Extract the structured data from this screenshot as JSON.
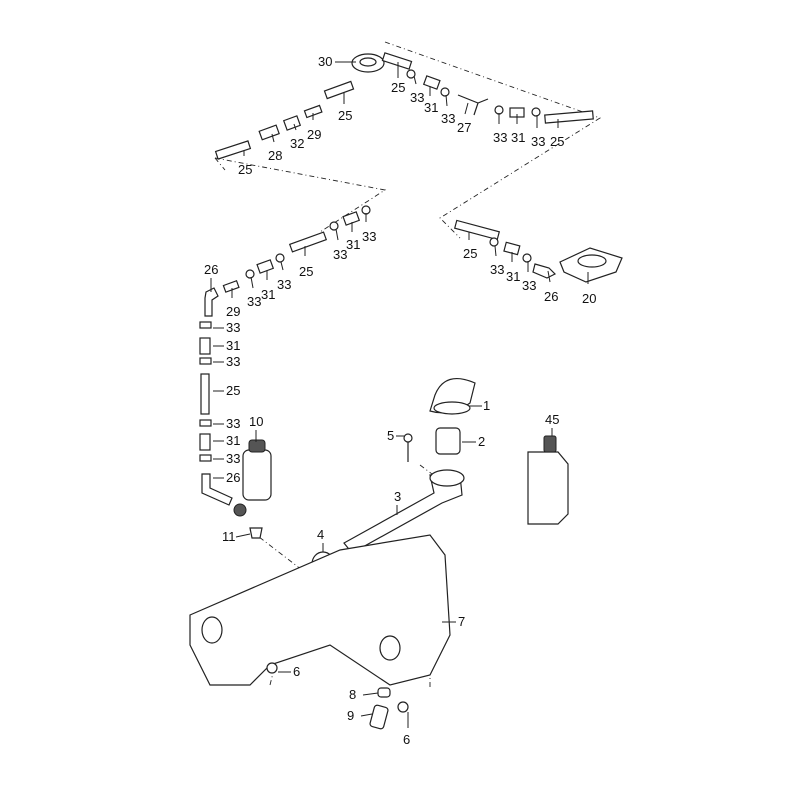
{
  "diagram": {
    "type": "exploded-parts-view",
    "labels": [
      "30",
      "25",
      "33",
      "25",
      "31",
      "33",
      "27",
      "29",
      "28",
      "32",
      "33",
      "31",
      "33",
      "25",
      "25",
      "33",
      "31",
      "33",
      "25",
      "33",
      "31",
      "33",
      "26",
      "29",
      "25",
      "33",
      "31",
      "33",
      "26",
      "20",
      "33",
      "31",
      "33",
      "25",
      "33",
      "31",
      "33",
      "26",
      "10",
      "11",
      "1",
      "2",
      "5",
      "3",
      "4",
      "45",
      "7",
      "6",
      "8",
      "9",
      "6"
    ]
  }
}
